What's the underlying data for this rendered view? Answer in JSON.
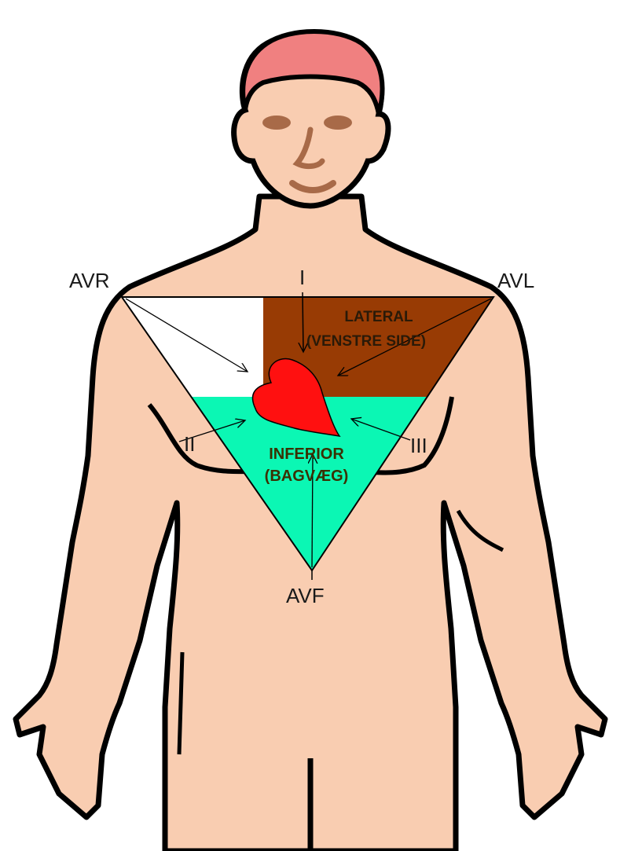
{
  "leads": {
    "avr": "AVR",
    "avl": "AVL",
    "avf": "AVF",
    "i": "I",
    "ii": "II",
    "iii": "III"
  },
  "zones": {
    "lateral_title": "LATERAL",
    "lateral_sub": "(VENSTRE SIDE)",
    "inferior_title": "INFERIOR",
    "inferior_sub": "(BAGVÆG)"
  },
  "colors": {
    "skin": "#f9cdb1",
    "hair": "#f08080",
    "lateral": "#983b04",
    "inferior": "#0bf7b4",
    "heart": "#ff1010",
    "features": "#a86a48"
  }
}
